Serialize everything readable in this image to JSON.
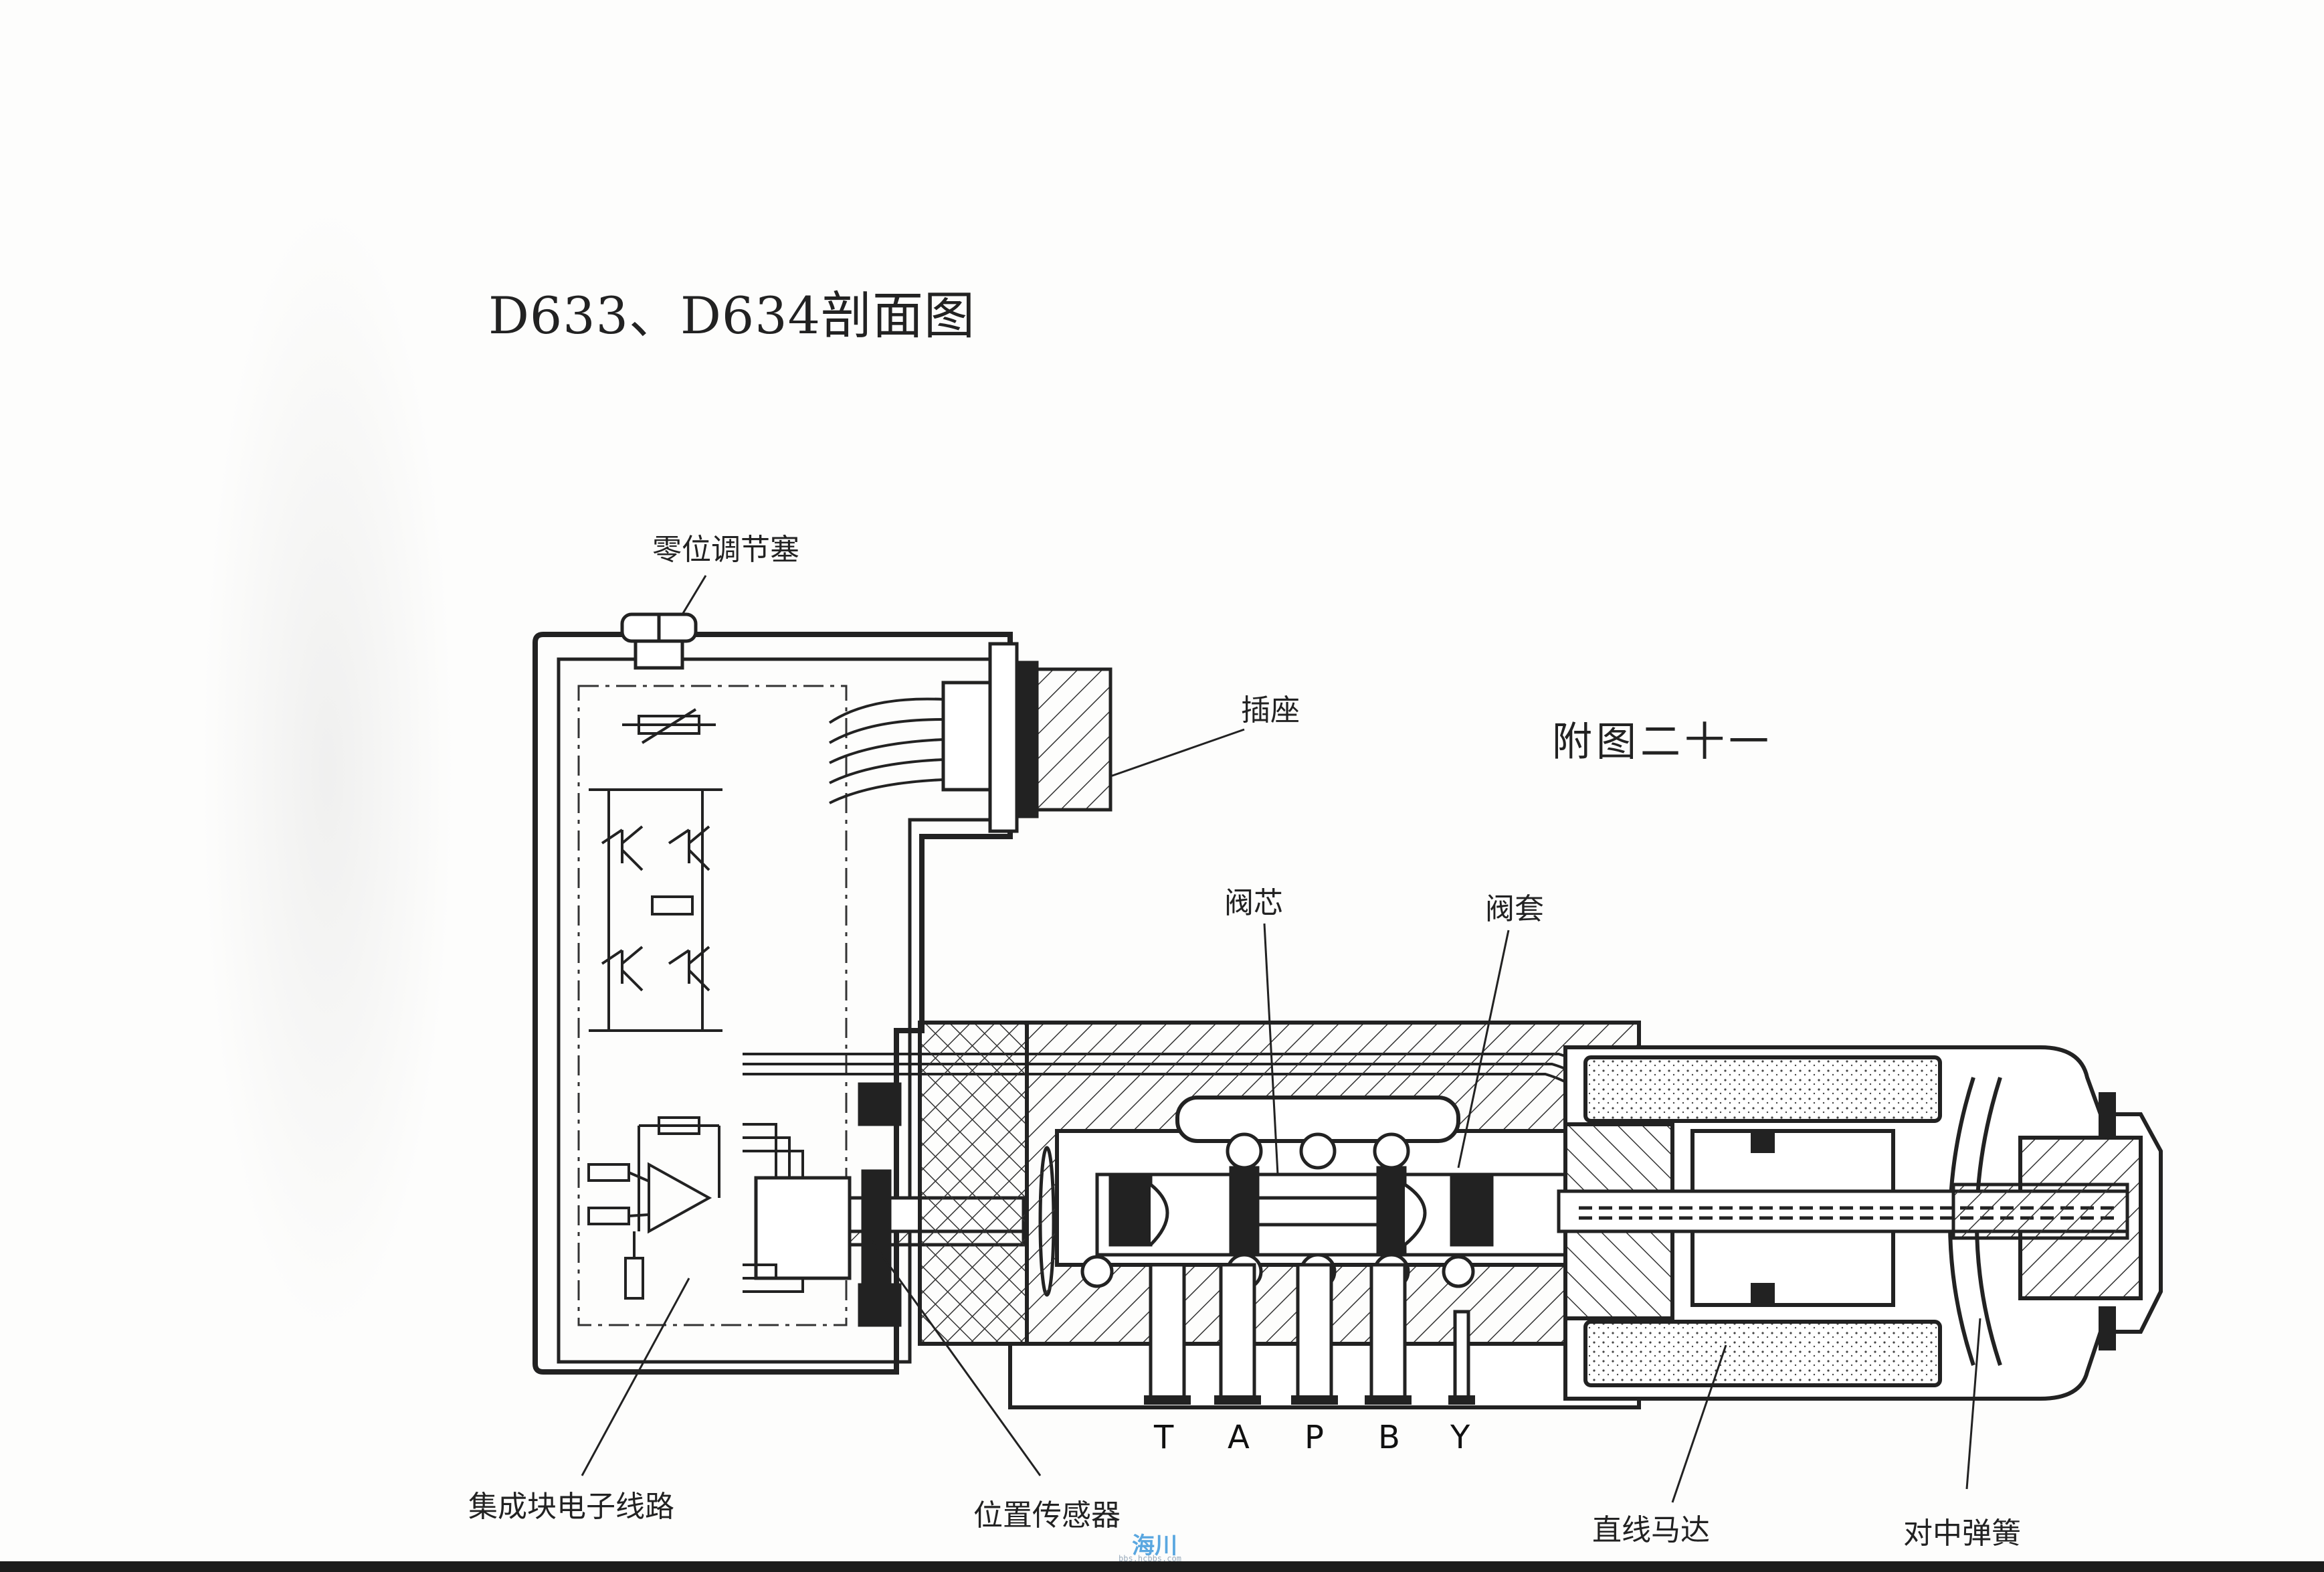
{
  "title": "D633、D634剖面图",
  "figure_number": "附图二十一",
  "labels": {
    "zero_adjust_plug": "零位调节塞",
    "connector_socket": "插座",
    "valve_spool": "阀芯",
    "valve_sleeve": "阀套",
    "integrated_circuit": "集成块电子线路",
    "position_sensor": "位置传感器",
    "linear_motor": "直线马达",
    "centering_spring": "对中弹簧"
  },
  "ports": [
    "T",
    "A",
    "P",
    "B",
    "Y"
  ],
  "watermark": {
    "logo_text": "海川",
    "url_text": "bbs.hcbbs.com"
  }
}
